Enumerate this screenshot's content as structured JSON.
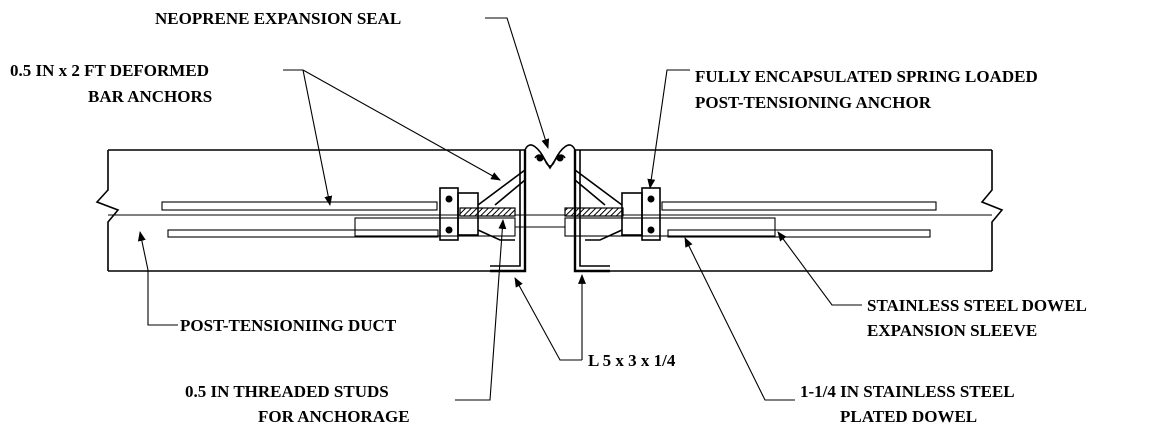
{
  "labels": {
    "neoprene": "NEOPRENE EXPANSION SEAL",
    "bar_anchors_1": "0.5 IN x 2 FT DEFORMED",
    "bar_anchors_2": "BAR ANCHORS",
    "pt_anchor_1": "FULLY ENCAPSULATED SPRING LOADED",
    "pt_anchor_2": "POST-TENSIONING ANCHOR",
    "pt_duct": "POST-TENSIONIING DUCT",
    "angle": "L 5 x 3 x 1/4",
    "studs_1": "0.5 IN THREADED STUDS",
    "studs_2": "FOR ANCHORAGE",
    "sleeve_1": "STAINLESS STEEL DOWEL",
    "sleeve_2": "EXPANSION SLEEVE",
    "dowel_1": "1-1/4 IN STAINLESS STEEL",
    "dowel_2": "PLATED DOWEL"
  }
}
